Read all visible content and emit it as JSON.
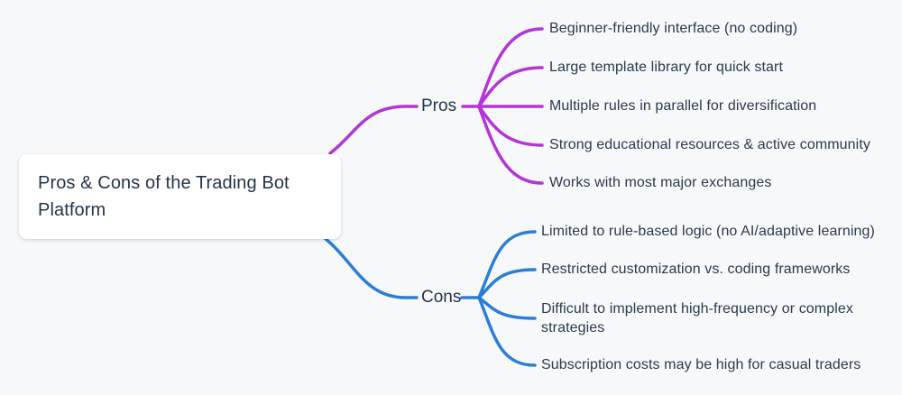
{
  "canvas": {
    "background_color": "#f7f8fa"
  },
  "mindmap": {
    "root": {
      "title": "Pros & Cons of the Trading Bot Platform"
    },
    "branches": [
      {
        "label": "Pros",
        "color": "#b335d6",
        "items": [
          "Beginner-friendly interface (no coding)",
          "Large template library for quick start",
          "Multiple rules in parallel for diversification",
          "Strong educational resources & active community",
          "Works with most major exchanges"
        ]
      },
      {
        "label": "Cons",
        "color": "#2a7fd4",
        "items": [
          "Limited to rule-based logic (no AI/adaptive learning)",
          "Restricted customization vs. coding frameworks",
          "Difficult to implement high-frequency or complex strategies",
          "Subscription costs may be high for casual traders"
        ]
      }
    ],
    "text_color": "#2c3a4c"
  }
}
